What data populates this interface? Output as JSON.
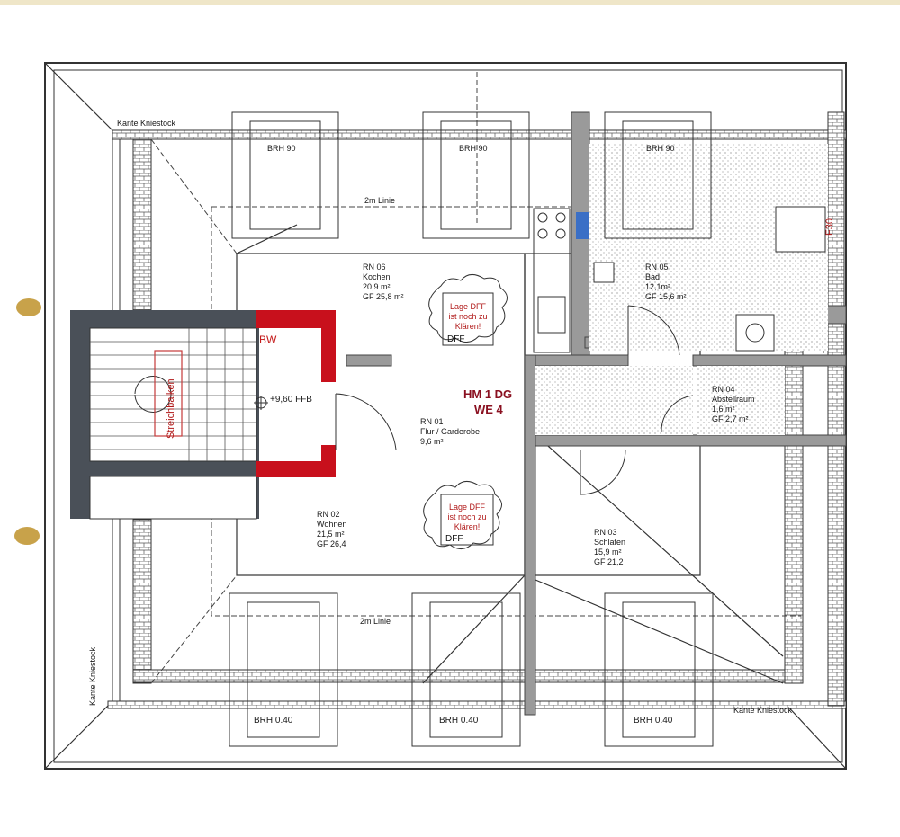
{
  "plan": {
    "title": "HM 1 DG",
    "subtitle": "WE 4",
    "stair_label": "Streichbalken",
    "bw_label": "BW",
    "level_label": "+9,60 FFB",
    "f30_label": "F30",
    "kante_top": "Kante Kniestock",
    "kante_bottom": "Kante Kniestock",
    "kante_left": "Kante Kniestock",
    "linie_top": "2m Linie",
    "linie_bottom": "2m Linie",
    "windows_top": [
      "BRH 90",
      "BRH 90",
      "BRH 90"
    ],
    "windows_bottom": [
      "BRH 0.40",
      "BRH 0.40",
      "BRH 0.40"
    ],
    "dff_notes": [
      {
        "line1": "Lage DFF",
        "line2": "ist noch zu",
        "line3": "Klären!",
        "tag": "DFF"
      },
      {
        "line1": "Lage DFF",
        "line2": "ist noch zu",
        "line3": "Klären!",
        "tag": "DFF"
      }
    ],
    "rooms": [
      {
        "id": "RN 06",
        "name": "Kochen",
        "area": "20,9 m²",
        "gf": "GF 25,8 m²"
      },
      {
        "id": "RN 05",
        "name": "Bad",
        "area": "12,1m²",
        "gf": "GF 15,6 m²"
      },
      {
        "id": "RN 04",
        "name": "Abstellraum",
        "area": "1,6 m²",
        "gf": "GF 2,7 m²"
      },
      {
        "id": "RN 01",
        "name": "Flur / Garderobe",
        "area": "9,6 m²",
        "gf": ""
      },
      {
        "id": "RN 02",
        "name": "Wohnen",
        "area": "21,5 m²",
        "gf": "GF 26,4"
      },
      {
        "id": "RN 03",
        "name": "Schlafen",
        "area": "15,9 m²",
        "gf": "GF 21,2"
      }
    ]
  }
}
